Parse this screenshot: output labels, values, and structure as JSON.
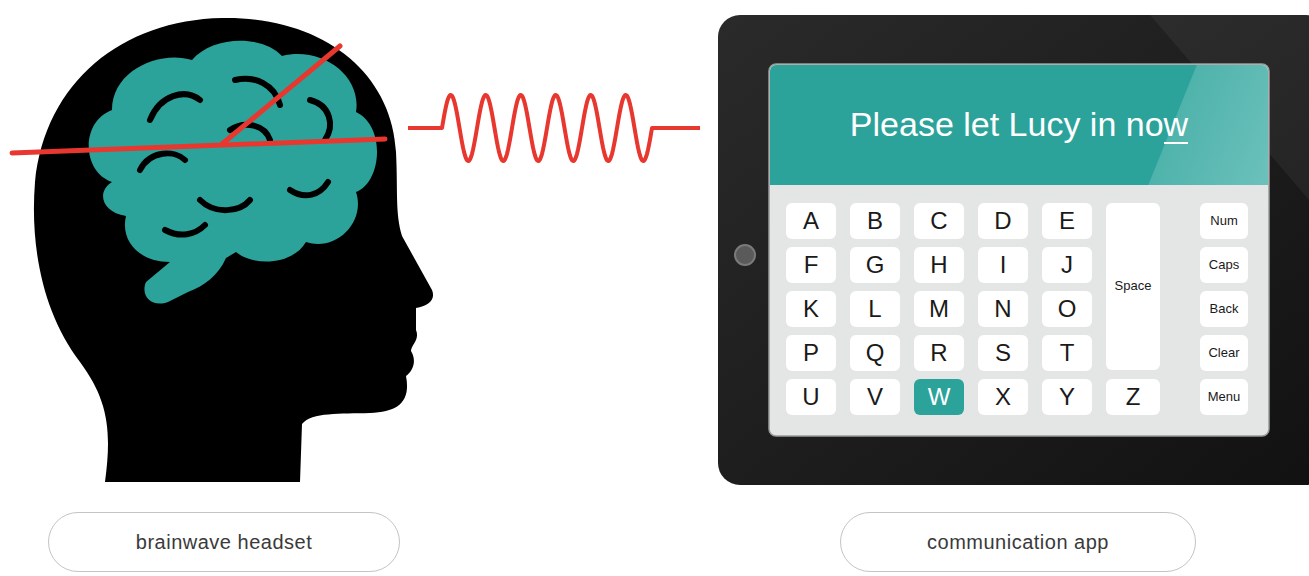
{
  "diagram": {
    "nodes": [
      {
        "text": [
          "Please let Lucy in now"
        ]
      },
      {
        "text": [
          "A"
        ]
      },
      {
        "text": [
          "B"
        ]
      },
      {
        "text": [
          "C"
        ]
      },
      {
        "text": [
          "D"
        ]
      },
      {
        "text": [
          "E"
        ]
      },
      {
        "text": [
          "Space"
        ]
      },
      {
        "text": [
          "Num"
        ]
      },
      {
        "text": [
          "F"
        ]
      },
      {
        "text": [
          "G"
        ]
      },
      {
        "text": [
          "H"
        ]
      },
      {
        "text": [
          "I"
        ]
      },
      {
        "text": [
          "J"
        ]
      },
      {
        "text": [
          "Caps"
        ]
      },
      {
        "text": [
          "K"
        ]
      },
      {
        "text": [
          "L"
        ]
      },
      {
        "text": [
          "M"
        ]
      },
      {
        "text": [
          "N"
        ]
      },
      {
        "text": [
          "O"
        ]
      },
      {
        "text": [
          "Back"
        ]
      },
      {
        "text": [
          "P"
        ]
      },
      {
        "text": [
          "Q"
        ]
      },
      {
        "text": [
          "R"
        ]
      },
      {
        "text": [
          "S"
        ]
      },
      {
        "text": [
          "T"
        ]
      },
      {
        "text": [
          "Clear"
        ]
      },
      {
        "text": [
          "U"
        ]
      },
      {
        "text": [
          "V"
        ]
      },
      {
        "text": [
          "W"
        ]
      },
      {
        "text": [
          "X"
        ]
      },
      {
        "text": [
          "Y"
        ]
      },
      {
        "text": [
          "Z"
        ]
      },
      {
        "text": [
          "Menu"
        ]
      },
      {
        "text": [
          "brainwave headset"
        ]
      },
      {
        "text": [
          "communication app"
        ]
      }
    ]
  }
}
